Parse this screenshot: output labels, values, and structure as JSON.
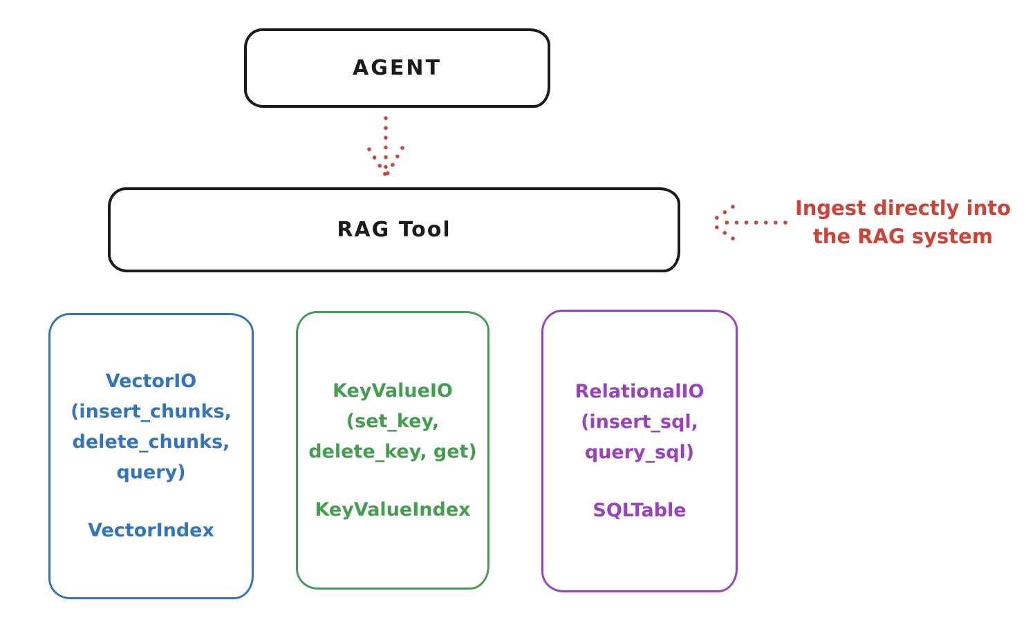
{
  "diagram": {
    "agent_box": {
      "label": "AGENT"
    },
    "rag_tool_box": {
      "label": "RAG Tool"
    },
    "annotation": {
      "line1": "Ingest directly into",
      "line2": "the RAG system"
    },
    "io_boxes": {
      "vector": {
        "lines": [
          "VectorIO",
          "(insert_chunks,",
          "delete_chunks,",
          "query)"
        ],
        "index_label": "VectorIndex"
      },
      "keyvalue": {
        "lines": [
          "KeyValueIO",
          "(set_key,",
          "delete_key, get)"
        ],
        "index_label": "KeyValueIndex"
      },
      "relational": {
        "lines": [
          "RelationalIO",
          "(insert_sql,",
          "query_sql)"
        ],
        "index_label": "SQLTable"
      }
    }
  },
  "colors": {
    "stroke_black": "#1b1b1b",
    "red": "#cf4236",
    "blue": "#3274be",
    "green": "#449e50",
    "purple": "#9a41c2",
    "bg": "#ffffff"
  }
}
